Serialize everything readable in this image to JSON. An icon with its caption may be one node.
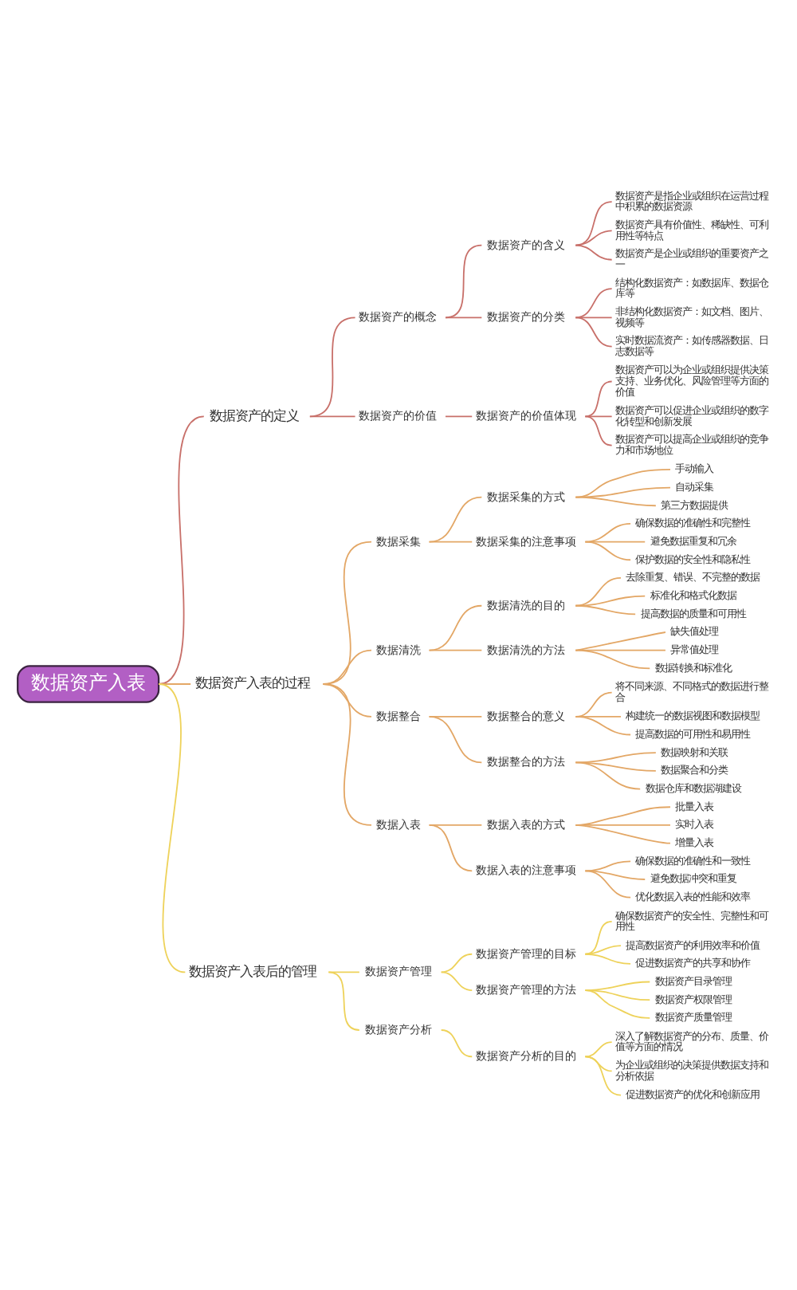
{
  "diagram": {
    "nodes": [
      {
        "text": [
          "数据资产入表"
        ]
      },
      {
        "text": [
          "数据资产的定义"
        ]
      },
      {
        "text": [
          "数据资产的概念"
        ]
      },
      {
        "text": [
          "数据资产的含义"
        ]
      },
      {
        "text": [
          "数据资产是指企业或组织在运营过程中积累的数据资源"
        ]
      },
      {
        "text": [
          "数据资产具有价值性、稀缺性、可利用性等特点"
        ]
      },
      {
        "text": [
          "数据资产是企业或组织的重要资产之一"
        ]
      },
      {
        "text": [
          "数据资产的分类"
        ]
      },
      {
        "text": [
          "结构化数据资产：如数据库、数据仓库等"
        ]
      },
      {
        "text": [
          "非结构化数据资产：如文档、图片、视频等"
        ]
      },
      {
        "text": [
          "实时数据流资产：如传感器数据、日志数据等"
        ]
      },
      {
        "text": [
          "数据资产的价值"
        ]
      },
      {
        "text": [
          "数据资产的价值体现"
        ]
      },
      {
        "text": [
          "数据资产可以为企业或组织提供决策支持、业务优化、风险管理等方面的价值"
        ]
      },
      {
        "text": [
          "数据资产可以促进企业或组织的数字化转型和创新发展"
        ]
      },
      {
        "text": [
          "数据资产可以提高企业或组织的竞争力和市场地位"
        ]
      },
      {
        "text": [
          "数据资产入表的过程"
        ]
      },
      {
        "text": [
          "数据采集"
        ]
      },
      {
        "text": [
          "数据采集的方式"
        ]
      },
      {
        "text": [
          "手动输入"
        ]
      },
      {
        "text": [
          "自动采集"
        ]
      },
      {
        "text": [
          "第三方数据提供"
        ]
      },
      {
        "text": [
          "数据采集的注意事项"
        ]
      },
      {
        "text": [
          "确保数据的准确性和完整性"
        ]
      },
      {
        "text": [
          "避免数据重复和冗余"
        ]
      },
      {
        "text": [
          "保护数据的安全性和隐私性"
        ]
      },
      {
        "text": [
          "数据清洗"
        ]
      },
      {
        "text": [
          "数据清洗的目的"
        ]
      },
      {
        "text": [
          "去除重复、错误、不完整的数据"
        ]
      },
      {
        "text": [
          "标准化和格式化数据"
        ]
      },
      {
        "text": [
          "提高数据的质量和可用性"
        ]
      },
      {
        "text": [
          "数据清洗的方法"
        ]
      },
      {
        "text": [
          "缺失值处理"
        ]
      },
      {
        "text": [
          "异常值处理"
        ]
      },
      {
        "text": [
          "数据转换和标准化"
        ]
      },
      {
        "text": [
          "数据整合"
        ]
      },
      {
        "text": [
          "数据整合的意义"
        ]
      },
      {
        "text": [
          "将不同来源、不同格式的数据进行整合"
        ]
      },
      {
        "text": [
          "构建统一的数据视图和数据模型"
        ]
      },
      {
        "text": [
          "提高数据的可用性和易用性"
        ]
      },
      {
        "text": [
          "数据整合的方法"
        ]
      },
      {
        "text": [
          "数据映射和关联"
        ]
      },
      {
        "text": [
          "数据聚合和分类"
        ]
      },
      {
        "text": [
          "数据仓库和数据湖建设"
        ]
      },
      {
        "text": [
          "数据入表"
        ]
      },
      {
        "text": [
          "数据入表的方式"
        ]
      },
      {
        "text": [
          "批量入表"
        ]
      },
      {
        "text": [
          "实时入表"
        ]
      },
      {
        "text": [
          "增量入表"
        ]
      },
      {
        "text": [
          "数据入表的注意事项"
        ]
      },
      {
        "text": [
          "确保数据的准确性和一致性"
        ]
      },
      {
        "text": [
          "避免数据冲突和重复"
        ]
      },
      {
        "text": [
          "优化数据入表的性能和效率"
        ]
      },
      {
        "text": [
          "数据资产入表后的管理"
        ]
      },
      {
        "text": [
          "数据资产管理"
        ]
      },
      {
        "text": [
          "数据资产管理的目标"
        ]
      },
      {
        "text": [
          "确保数据资产的安全性、完整性和可用性"
        ]
      },
      {
        "text": [
          "提高数据资产的利用效率和价值"
        ]
      },
      {
        "text": [
          "促进数据资产的共享和协作"
        ]
      },
      {
        "text": [
          "数据资产管理的方法"
        ]
      },
      {
        "text": [
          "数据资产目录管理"
        ]
      },
      {
        "text": [
          "数据资产权限管理"
        ]
      },
      {
        "text": [
          "数据资产质量管理"
        ]
      },
      {
        "text": [
          "数据资产分析"
        ]
      },
      {
        "text": [
          "数据资产分析的目的"
        ]
      },
      {
        "text": [
          "深入了解数据资产的分布、质量、价值等方面的情况"
        ]
      },
      {
        "text": [
          "为企业或组织的决策提供数据支持和分析依据"
        ]
      },
      {
        "text": [
          "促进数据资产的优化和创新应用"
        ]
      }
    ],
    "edges": [
      {
        "from": 0,
        "to": 1,
        "arrow": "none",
        "color": "#c8706a"
      },
      {
        "from": 1,
        "to": 2,
        "arrow": "none",
        "color": "#c8706a"
      },
      {
        "from": 2,
        "to": 3,
        "arrow": "none",
        "color": "#c8706a"
      },
      {
        "from": 3,
        "to": 4,
        "arrow": "none",
        "color": "#c8706a"
      },
      {
        "from": 3,
        "to": 5,
        "arrow": "none",
        "color": "#c8706a"
      },
      {
        "from": 3,
        "to": 6,
        "arrow": "none",
        "color": "#c8706a"
      },
      {
        "from": 2,
        "to": 7,
        "arrow": "none",
        "color": "#c8706a"
      },
      {
        "from": 7,
        "to": 8,
        "arrow": "none",
        "color": "#c8706a"
      },
      {
        "from": 7,
        "to": 9,
        "arrow": "none",
        "color": "#c8706a"
      },
      {
        "from": 7,
        "to": 10,
        "arrow": "none",
        "color": "#c8706a"
      },
      {
        "from": 1,
        "to": 11,
        "arrow": "none",
        "color": "#c8706a"
      },
      {
        "from": 11,
        "to": 12,
        "arrow": "none",
        "color": "#c8706a"
      },
      {
        "from": 12,
        "to": 13,
        "arrow": "none",
        "color": "#c8706a"
      },
      {
        "from": 12,
        "to": 14,
        "arrow": "none",
        "color": "#c8706a"
      },
      {
        "from": 12,
        "to": 15,
        "arrow": "none",
        "color": "#c8706a"
      },
      {
        "from": 0,
        "to": 16,
        "arrow": "none"
      },
      {
        "from": 16,
        "to": 17,
        "arrow": "none"
      },
      {
        "from": 17,
        "to": 18,
        "arrow": "none"
      },
      {
        "from": 18,
        "to": 19,
        "arrow": "none"
      },
      {
        "from": 18,
        "to": 20,
        "arrow": "none"
      },
      {
        "from": 18,
        "to": 21,
        "arrow": "none"
      },
      {
        "from": 17,
        "to": 22,
        "arrow": "none"
      },
      {
        "from": 22,
        "to": 23,
        "arrow": "none"
      },
      {
        "from": 22,
        "to": 24,
        "arrow": "none"
      },
      {
        "from": 22,
        "to": 25,
        "arrow": "none"
      },
      {
        "from": 16,
        "to": 26,
        "arrow": "none"
      },
      {
        "from": 26,
        "to": 27,
        "arrow": "none"
      },
      {
        "from": 27,
        "to": 28,
        "arrow": "none"
      },
      {
        "from": 27,
        "to": 29,
        "arrow": "none"
      },
      {
        "from": 27,
        "to": 30,
        "arrow": "none"
      },
      {
        "from": 26,
        "to": 31,
        "arrow": "none"
      },
      {
        "from": 31,
        "to": 32,
        "arrow": "none"
      },
      {
        "from": 31,
        "to": 33,
        "arrow": "none"
      },
      {
        "from": 31,
        "to": 34,
        "arrow": "none"
      },
      {
        "from": 16,
        "to": 35,
        "arrow": "none"
      },
      {
        "from": 35,
        "to": 36,
        "arrow": "none"
      },
      {
        "from": 36,
        "to": 37,
        "arrow": "none"
      },
      {
        "from": 36,
        "to": 38,
        "arrow": "none"
      },
      {
        "from": 36,
        "to": 39,
        "arrow": "none"
      },
      {
        "from": 35,
        "to": 40,
        "arrow": "none"
      },
      {
        "from": 40,
        "to": 41,
        "arrow": "none"
      },
      {
        "from": 40,
        "to": 42,
        "arrow": "none"
      },
      {
        "from": 40,
        "to": 43,
        "arrow": "none"
      },
      {
        "from": 16,
        "to": 44,
        "arrow": "none"
      },
      {
        "from": 44,
        "to": 45,
        "arrow": "none"
      },
      {
        "from": 45,
        "to": 46,
        "arrow": "none"
      },
      {
        "from": 45,
        "to": 47,
        "arrow": "none"
      },
      {
        "from": 45,
        "to": 48,
        "arrow": "none"
      },
      {
        "from": 44,
        "to": 49,
        "arrow": "none"
      },
      {
        "from": 49,
        "to": 50,
        "arrow": "none"
      },
      {
        "from": 49,
        "to": 51,
        "arrow": "none"
      },
      {
        "from": 49,
        "to": 52,
        "arrow": "none"
      },
      {
        "from": 0,
        "to": 53,
        "arrow": "none",
        "color": "#eed25a"
      },
      {
        "from": 53,
        "to": 54,
        "arrow": "none",
        "color": "#eed25a"
      },
      {
        "from": 54,
        "to": 55,
        "arrow": "none",
        "color": "#eed25a"
      },
      {
        "from": 55,
        "to": 56,
        "arrow": "none",
        "color": "#eed25a"
      },
      {
        "from": 55,
        "to": 57,
        "arrow": "none",
        "color": "#eed25a"
      },
      {
        "from": 55,
        "to": 58,
        "arrow": "none",
        "color": "#eed25a"
      },
      {
        "from": 54,
        "to": 59,
        "arrow": "none",
        "color": "#eed25a"
      },
      {
        "from": 59,
        "to": 60,
        "arrow": "none",
        "color": "#eed25a"
      },
      {
        "from": 59,
        "to": 61,
        "arrow": "none",
        "color": "#eed25a"
      },
      {
        "from": 59,
        "to": 62,
        "arrow": "none",
        "color": "#eed25a"
      },
      {
        "from": 53,
        "to": 63,
        "arrow": "none",
        "color": "#eed25a"
      },
      {
        "from": 63,
        "to": 64,
        "arrow": "none",
        "color": "#eed25a"
      },
      {
        "from": 64,
        "to": 65,
        "arrow": "none",
        "color": "#eed25a"
      },
      {
        "from": 64,
        "to": 66,
        "arrow": "none",
        "color": "#eed25a"
      },
      {
        "from": 64,
        "to": 67,
        "arrow": "none",
        "color": "#eed25a"
      }
    ]
  }
}
